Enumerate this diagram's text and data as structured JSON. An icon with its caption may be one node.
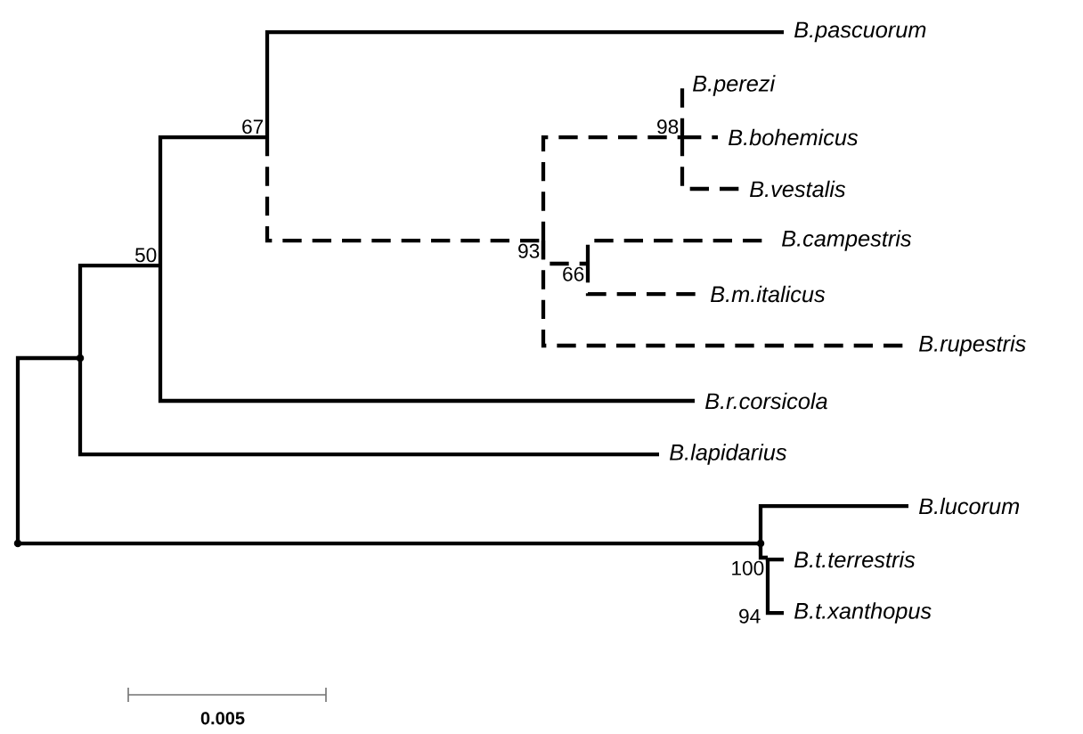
{
  "diagram": {
    "nodes": [
      {
        "text": [
          "B.pascuorum"
        ]
      },
      {
        "text": [
          "B.perezi"
        ]
      },
      {
        "text": [
          "B.bohemicus"
        ]
      },
      {
        "text": [
          "B.vestalis"
        ]
      },
      {
        "text": [
          "B.campestris"
        ]
      },
      {
        "text": [
          "B.m.italicus"
        ]
      },
      {
        "text": [
          "B.rupestris"
        ]
      },
      {
        "text": [
          "B.r.corsicola"
        ]
      },
      {
        "text": [
          "B.lapidarius"
        ]
      },
      {
        "text": [
          "B.lucorum"
        ]
      },
      {
        "text": [
          "B.t.terrestris"
        ]
      },
      {
        "text": [
          "B.t.xanthopus"
        ]
      },
      {
        "text": [],
        "shape": "point"
      },
      {
        "text": [],
        "shape": "point"
      },
      {
        "text": [
          "50"
        ]
      },
      {
        "text": [
          "67"
        ]
      },
      {
        "text": [
          "93"
        ]
      },
      {
        "text": [
          "98"
        ]
      },
      {
        "text": [
          "66"
        ]
      },
      {
        "text": [],
        "shape": "point"
      },
      {
        "text": [
          "100"
        ]
      }
    ],
    "edges": [
      {
        "from": 12,
        "to": 13,
        "arrow": "none"
      },
      {
        "from": 12,
        "to": 19,
        "arrow": "none"
      },
      {
        "from": 13,
        "to": 14,
        "arrow": "none"
      },
      {
        "from": 13,
        "to": 8,
        "arrow": "none"
      },
      {
        "from": 14,
        "to": 15,
        "arrow": "none"
      },
      {
        "from": 14,
        "to": 7,
        "arrow": "none"
      },
      {
        "from": 15,
        "to": 0,
        "arrow": "none"
      },
      {
        "from": 15,
        "to": 16,
        "arrow": "none",
        "style": "dashed"
      },
      {
        "from": 16,
        "to": 17,
        "arrow": "none",
        "style": "dashed"
      },
      {
        "from": 16,
        "to": 18,
        "arrow": "none",
        "style": "dashed"
      },
      {
        "from": 16,
        "to": 6,
        "arrow": "none",
        "style": "dashed"
      },
      {
        "from": 17,
        "to": 1,
        "arrow": "none",
        "style": "dashed"
      },
      {
        "from": 17,
        "to": 2,
        "arrow": "none",
        "style": "dashed"
      },
      {
        "from": 17,
        "to": 3,
        "arrow": "none",
        "style": "dashed"
      },
      {
        "from": 18,
        "to": 4,
        "arrow": "none",
        "style": "dashed"
      },
      {
        "from": 18,
        "to": 5,
        "arrow": "none",
        "style": "dashed"
      },
      {
        "from": 19,
        "to": 9,
        "arrow": "none"
      },
      {
        "from": 19,
        "to": 20,
        "arrow": "none"
      },
      {
        "from": 20,
        "to": 10,
        "arrow": "none"
      },
      {
        "from": 20,
        "to": 11,
        "arrow": "none"
      }
    ],
    "labels": [
      "94",
      "0.005"
    ]
  }
}
